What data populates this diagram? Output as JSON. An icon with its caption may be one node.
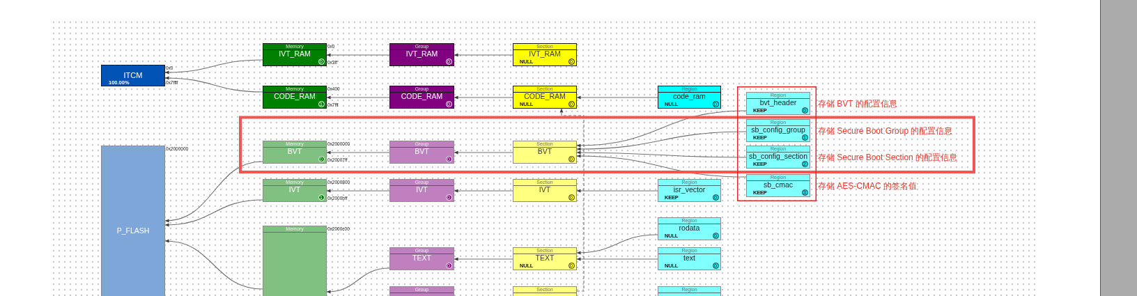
{
  "diagram": {
    "nodes": [
      {
        "text": [
          "ITCM",
          "100.00%"
        ],
        "beside": [
          "0x0",
          "0x7ffff"
        ]
      },
      {
        "text": [
          "Memory",
          "IVT_RAM",
          "0"
        ],
        "beside": [
          "0x0",
          "0x3ff"
        ]
      },
      {
        "text": [
          "Group",
          "IVT_RAM",
          "0"
        ]
      },
      {
        "text": [
          "Section",
          "IVT_RAM",
          "NULL",
          "0"
        ]
      },
      {
        "text": [
          "Memory",
          "CODE_RAM",
          "1"
        ],
        "beside": [
          "0x400",
          "0x7fff"
        ]
      },
      {
        "text": [
          "Group",
          "CODE_RAM",
          "0"
        ]
      },
      {
        "text": [
          "Section",
          "CODE_RAM",
          "NULL",
          "0"
        ]
      },
      {
        "text": [
          "Region",
          "code_ram",
          "NULL",
          "0"
        ]
      },
      {
        "text": [
          "Memory",
          "BVT",
          "0"
        ],
        "beside": [
          "0x2000000",
          "0x20007ff"
        ]
      },
      {
        "text": [
          "Group",
          "BVT",
          "0"
        ]
      },
      {
        "text": [
          "Section",
          "BVT",
          "0"
        ]
      },
      {
        "text": [
          "Region",
          "bvt_header",
          "KEEP",
          "0"
        ],
        "beside": [
          "存储 BVT 的配置信息"
        ]
      },
      {
        "text": [
          "Region",
          "sb_config_group",
          "KEEP",
          "1"
        ],
        "beside": [
          "存储 Secure Boot Group 的配置信息"
        ]
      },
      {
        "text": [
          "Region",
          "sb_config_section",
          "KEEP",
          "2"
        ],
        "beside": [
          "存储 Secure Boot Section 的配置信息"
        ]
      },
      {
        "text": [
          "Region",
          "sb_cmac",
          "KEEP",
          "3"
        ],
        "beside": [
          "存储 AES-CMAC 的签名值"
        ]
      },
      {
        "text": [
          "P_FLASH"
        ],
        "beside": [
          "0x2000000"
        ]
      },
      {
        "text": [
          "Memory",
          "IVT",
          "1"
        ],
        "beside": [
          "0x2000800",
          "0x2000bff"
        ]
      },
      {
        "text": [
          "Group",
          "IVT",
          "0"
        ]
      },
      {
        "text": [
          "Section",
          "IVT",
          "0"
        ]
      },
      {
        "text": [
          "Region",
          "isr_vector",
          "KEEP",
          "0"
        ]
      },
      {
        "text": [
          "Region",
          "rodata",
          "NULL",
          "0"
        ]
      },
      {
        "text": [
          "Memory"
        ],
        "beside": [
          "0x2000c00"
        ]
      },
      {
        "text": [
          "Group",
          "TEXT",
          "0"
        ]
      },
      {
        "text": [
          "Section",
          "TEXT",
          "NULL",
          "0"
        ]
      },
      {
        "text": [
          "Region",
          "text",
          "NULL",
          "0"
        ]
      },
      {
        "text": [
          "Group"
        ]
      },
      {
        "text": [
          "Section"
        ]
      },
      {
        "text": [
          "Region"
        ]
      }
    ],
    "edges": [
      {
        "from": 1,
        "to": 0,
        "arrow": "to"
      },
      {
        "from": 4,
        "to": 0,
        "arrow": "to"
      },
      {
        "from": 2,
        "to": 1,
        "arrow": "to"
      },
      {
        "from": 3,
        "to": 2,
        "arrow": "to"
      },
      {
        "from": 5,
        "to": 4,
        "arrow": "to"
      },
      {
        "from": 6,
        "to": 5,
        "arrow": "to"
      },
      {
        "from": 7,
        "to": 6,
        "arrow": "to"
      },
      {
        "from": 26,
        "to": 6,
        "arrow": "to",
        "style": "dashed"
      },
      {
        "from": 9,
        "to": 8,
        "arrow": "to"
      },
      {
        "from": 10,
        "to": 9,
        "arrow": "to"
      },
      {
        "from": 11,
        "to": 10,
        "arrow": "to"
      },
      {
        "from": 12,
        "to": 10,
        "arrow": "to"
      },
      {
        "from": 13,
        "to": 10,
        "arrow": "to"
      },
      {
        "from": 14,
        "to": 10,
        "arrow": "to"
      },
      {
        "from": 8,
        "to": 15,
        "arrow": "to"
      },
      {
        "from": 16,
        "to": 15,
        "arrow": "to"
      },
      {
        "from": 17,
        "to": 16,
        "arrow": "to"
      },
      {
        "from": 18,
        "to": 17,
        "arrow": "to"
      },
      {
        "from": 19,
        "to": 18,
        "arrow": "to"
      },
      {
        "from": 21,
        "to": 15,
        "arrow": "to"
      },
      {
        "from": 20,
        "to": 23,
        "arrow": "to"
      },
      {
        "from": 24,
        "to": 23,
        "arrow": "to"
      },
      {
        "from": 23,
        "to": 22,
        "arrow": "to"
      },
      {
        "from": 22,
        "to": 21,
        "arrow": "to"
      }
    ]
  }
}
